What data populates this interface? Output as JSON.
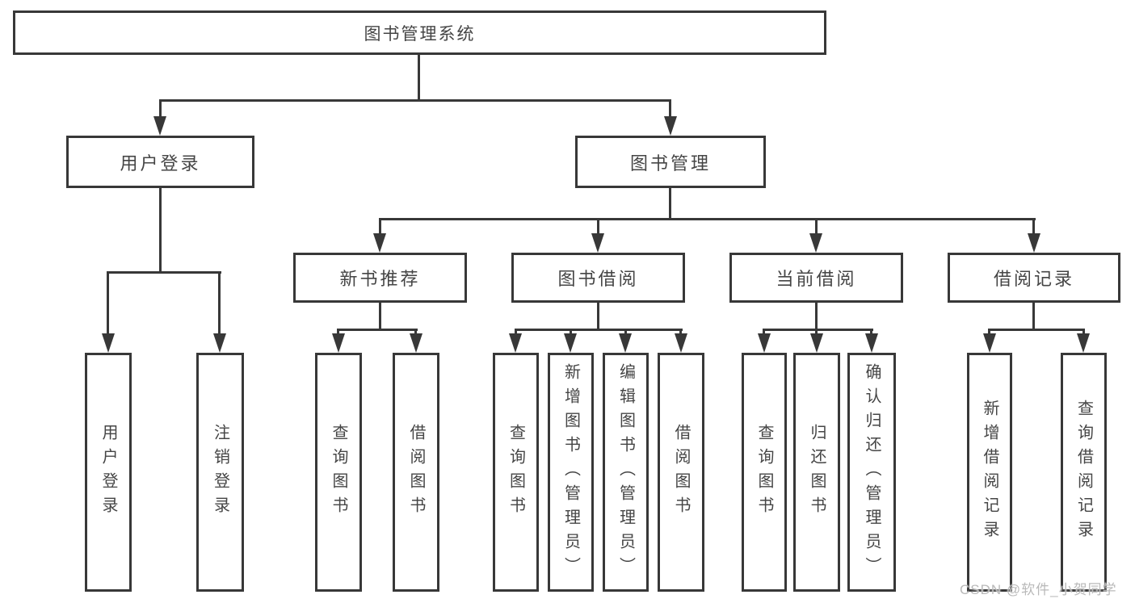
{
  "colors": {
    "line": "#383838",
    "text": "#454545",
    "watermark": "#b9b9b9",
    "background": "#ffffff"
  },
  "watermark": {
    "text": "CSDN @软件_小贺同学"
  },
  "tree": {
    "root": "图书管理系统",
    "children": [
      {
        "label": "用户登录",
        "children": [
          "用户登录",
          "注销登录"
        ]
      },
      {
        "label": "图书管理",
        "children": [
          {
            "label": "新书推荐",
            "children": [
              "查询图书",
              "借阅图书"
            ]
          },
          {
            "label": "图书借阅",
            "children": [
              "查询图书",
              "新增图书（管理员）",
              "编辑图书（管理员）",
              "借阅图书"
            ]
          },
          {
            "label": "当前借阅",
            "children": [
              "查询图书",
              "归还图书",
              "确认归还（管理员）"
            ]
          },
          {
            "label": "借阅记录",
            "children": [
              "新增借阅记录",
              "查询借阅记录"
            ]
          }
        ]
      }
    ]
  }
}
